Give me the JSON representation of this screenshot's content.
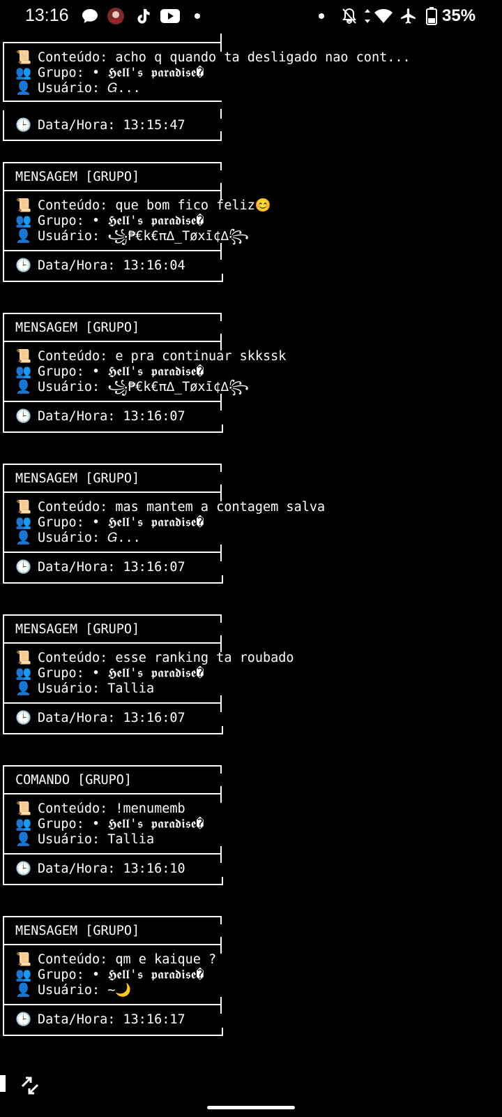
{
  "status_bar": {
    "time": "13:16",
    "battery_percent": "35%",
    "icons": [
      "chat-bubble-icon",
      "avatar-icon",
      "tiktok-icon",
      "youtube-icon",
      "dot-icon",
      "dot-icon",
      "bell-off-icon",
      "data-arrows-icon",
      "wifi-icon",
      "airplane-icon",
      "battery-icon"
    ]
  },
  "labels": {
    "content": "Conteúdo:",
    "group": "Grupo:",
    "user": "Usuário:",
    "datetime": "Data/Hora:"
  },
  "icons": {
    "content": "scroll-icon",
    "group": "group-icon",
    "user": "user-icon",
    "datetime": "clock-icon"
  },
  "entries": [
    {
      "header": "",
      "content": "acho q quando ta desligado nao cont...",
      "group": "• 𝕳𝖊𝖑𝖑'𝖘 𝖕𝖆𝖗𝖆𝖉𝖎𝖘𝖊�",
      "user": "𝐺...",
      "time": "13:15:47"
    },
    {
      "header": "MENSAGEM [GRUPO]",
      "content": "que bom fico feliz😊",
      "group": "• 𝕳𝖊𝖑𝖑'𝖘 𝖕𝖆𝖗𝖆𝖉𝖎𝖘𝖊�",
      "user": "꧁₱€k€π∆_Tøxī¢∆꧂",
      "time": "13:16:04"
    },
    {
      "header": "MENSAGEM [GRUPO]",
      "content": "e pra continuar skkssk",
      "group": "• 𝕳𝖊𝖑𝖑'𝖘 𝖕𝖆𝖗𝖆𝖉𝖎𝖘𝖊�",
      "user": "꧁₱€k€π∆_Tøxī¢∆꧂",
      "time": "13:16:07"
    },
    {
      "header": "MENSAGEM [GRUPO]",
      "content": "mas mantem a contagem salva",
      "group": "• 𝕳𝖊𝖑𝖑'𝖘 𝖕𝖆𝖗𝖆𝖉𝖎𝖘𝖊�",
      "user": "𝐺...",
      "time": "13:16:07"
    },
    {
      "header": "MENSAGEM [GRUPO]",
      "content": "esse ranking ta roubado",
      "group": "• 𝕳𝖊𝖑𝖑'𝖘 𝖕𝖆𝖗𝖆𝖉𝖎𝖘𝖊�",
      "user": "Tallia",
      "time": "13:16:07"
    },
    {
      "header": "COMANDO [GRUPO]",
      "content": "!menumemb",
      "group": "• 𝕳𝖊𝖑𝖑'𝖘 𝖕𝖆𝖗𝖆𝖉𝖎𝖘𝖊�",
      "user": "Tallia",
      "time": "13:16:10"
    },
    {
      "header": "MENSAGEM [GRUPO]",
      "content": "qm e kaique ?",
      "group": "• 𝕳𝖊𝖑𝖑'𝖘 𝖕𝖆𝖗𝖆𝖉𝖎𝖘𝖊�",
      "user": "~🌙",
      "time": "13:16:17"
    }
  ]
}
